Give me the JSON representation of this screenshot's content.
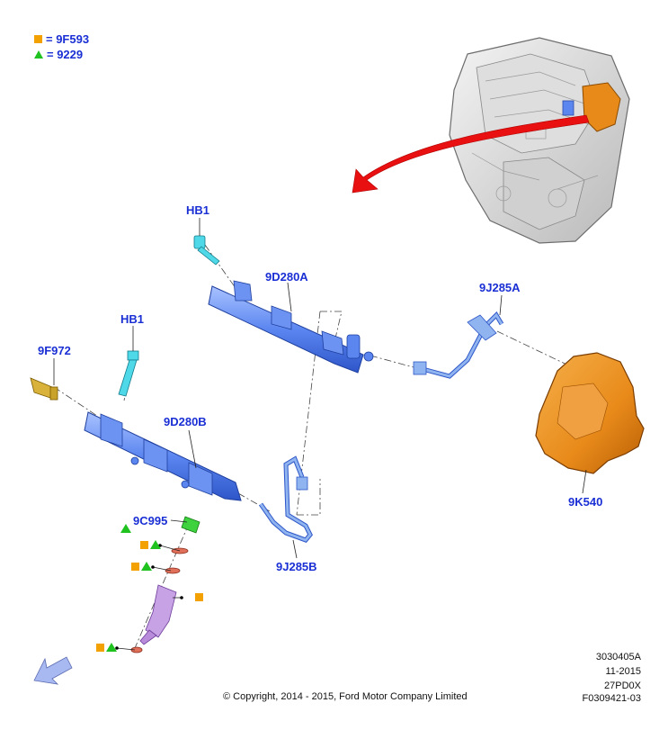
{
  "legend": [
    {
      "symbol": "square",
      "color": "#f2a100",
      "text": "= 9F593"
    },
    {
      "symbol": "triangle",
      "color": "#1fc21f",
      "text": "= 9229"
    }
  ],
  "labels": {
    "hb1_top": "HB1",
    "hb1_left": "HB1",
    "rail_a": "9D280A",
    "rail_b": "9D280B",
    "sensor": "9F972",
    "line_a": "9J285A",
    "line_b": "9J285B",
    "cover": "9K540",
    "injector_seal": "9C995"
  },
  "meta": {
    "ref1": "3030405A",
    "ref2": "11-2015",
    "ref3": "27PD0X",
    "ref4": "F0309421-03"
  },
  "copyright": "© Copyright, 2014 - 2015, Ford Motor Company Limited",
  "colors": {
    "label_blue": "#1a2fd4",
    "rail_blue": "#5b86f0",
    "pipe_blue": "#8fb4ef",
    "cover_orange": "#e88a1a",
    "sensor_yellow": "#d8b23a",
    "injector_purple": "#c7a3e6",
    "bolt_cyan": "#4fd8e8",
    "arrow_red": "#e81010"
  }
}
